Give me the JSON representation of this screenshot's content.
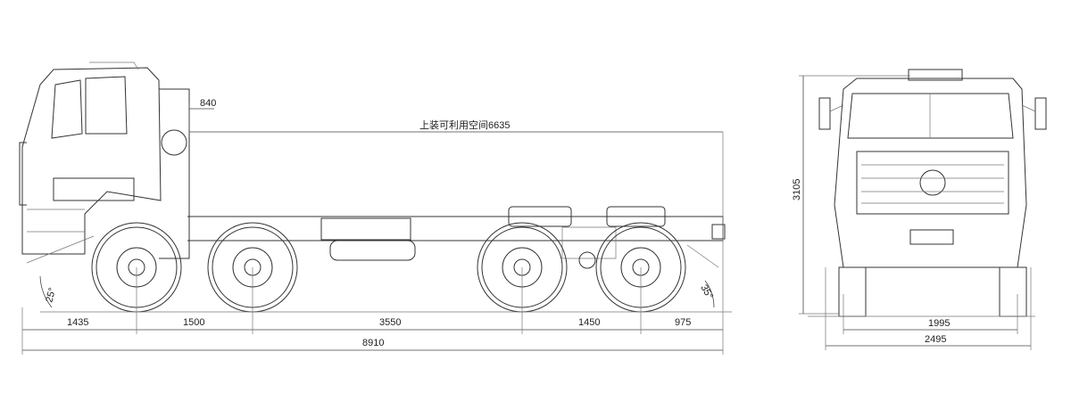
{
  "side_view": {
    "cab_to_body_gap": "840",
    "body_space_label": "上装可利用空间6635",
    "approach_angle": "25°",
    "departure_angle": "35°",
    "front_overhang": "1435",
    "wheelbase_1_2": "1500",
    "wheelbase_2_3": "3550",
    "wheelbase_3_4": "1450",
    "rear_overhang": "975",
    "overall_length": "8910"
  },
  "front_view": {
    "overall_height": "3105",
    "track_width": "1995",
    "overall_width": "2495"
  }
}
